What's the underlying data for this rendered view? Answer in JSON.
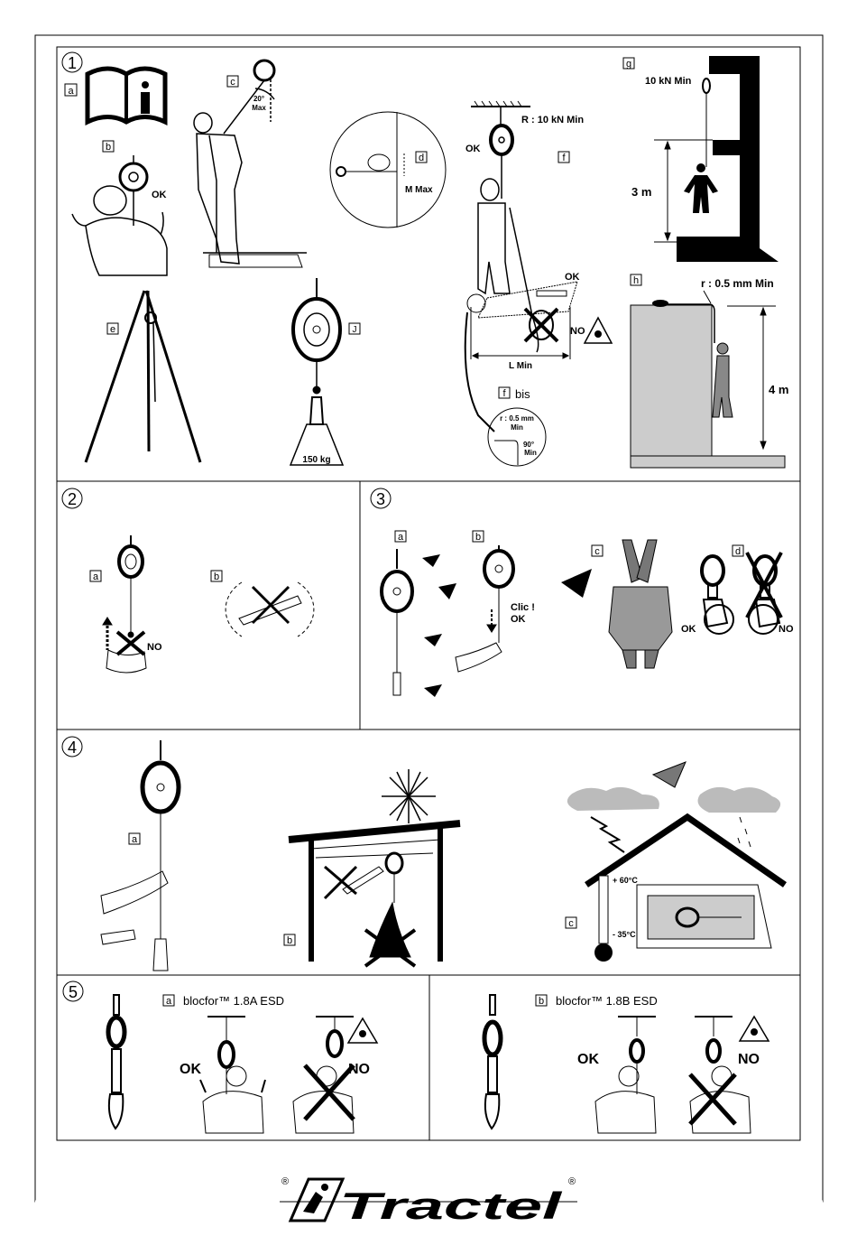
{
  "sections": {
    "s1": {
      "num": "1",
      "tags": {
        "a": "a",
        "b": "b",
        "c": "c",
        "d": "d",
        "e": "e",
        "f": "f",
        "g": "g",
        "h": "h",
        "j": "J",
        "fbis": "f"
      },
      "fbis_text": "bis",
      "ok_b": "OK",
      "angle_c": "20°",
      "angle_c2": "Max",
      "m_max": "M Max",
      "weight": "150 kg",
      "r_anchor": "R : 10 kN Min",
      "ok_f1": "OK",
      "ok_f2": "OK",
      "no_f": "NO",
      "l_min": "L Min",
      "bis_r": "r : 0.5 mm",
      "bis_min": "Min",
      "bis_angle": "90°",
      "bis_angle_min": "Min",
      "g_force": "10 kN Min",
      "g_height": "3 m",
      "h_radius": "r : 0.5 mm Min",
      "h_height": "4 m"
    },
    "s2": {
      "num": "2",
      "tag_a": "a",
      "tag_b": "b",
      "no": "NO"
    },
    "s3": {
      "num": "3",
      "tag_a": "a",
      "tag_b": "b",
      "tag_c": "c",
      "tag_d": "d",
      "clic": "Clic !",
      "ok": "OK",
      "ok_d": "OK",
      "no_d": "NO"
    },
    "s4": {
      "num": "4",
      "tag_a": "a",
      "tag_b": "b",
      "tag_c": "c",
      "temp_hi": "+ 60°C",
      "temp_lo": "- 35°C"
    },
    "s5": {
      "num": "5",
      "tag_a": "a",
      "title_a": "blocfor™ 1.8A ESD",
      "tag_b": "b",
      "title_b": "blocfor™ 1.8B ESD",
      "ok_a": "OK",
      "no_a": "NO",
      "ok_b": "OK",
      "no_b": "NO"
    }
  },
  "footer": {
    "brand": "Tractel",
    "reg": "®"
  }
}
